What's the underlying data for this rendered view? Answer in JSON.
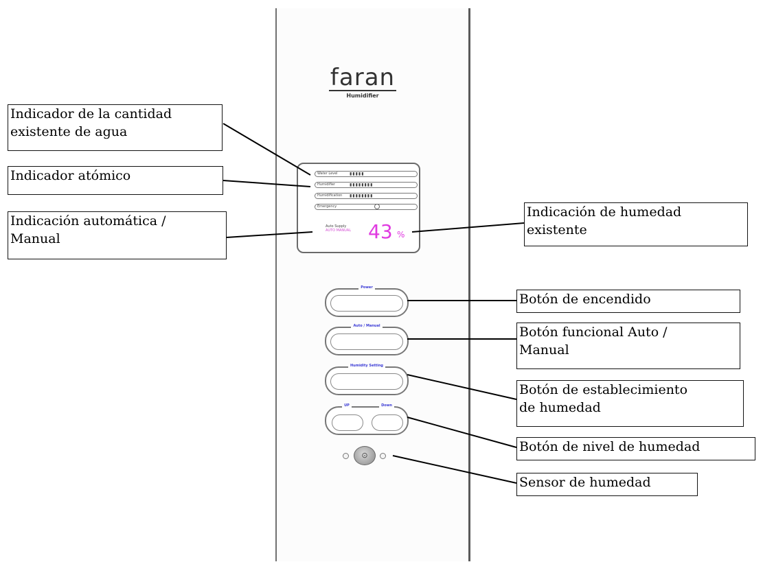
{
  "device": {
    "brand": "faran",
    "subtitle": "Humidifier",
    "indicators": [
      {
        "label": "Water Level",
        "dots": "▮▮▮▮▮"
      },
      {
        "label": "Humidifier",
        "dots": "▮▮▮▮▮▮▮▮"
      },
      {
        "label": "Humidification",
        "dots": "▮▮▮▮▮▮▮▮"
      },
      {
        "label": "Emergency",
        "dots": ""
      }
    ],
    "mode_line1": "Auto Supply",
    "mode_line2": "AUTO MANUAL",
    "humidity_value": "43",
    "humidity_unit": "%",
    "buttons": {
      "power": "Power",
      "auto_manual": "Auto / Manual",
      "humidity_setting": "Humidity Setting",
      "up": "UP",
      "down": "Down"
    },
    "sensor_symbol": "⊙"
  },
  "callouts": {
    "water": "Indicador de la cantidad\nexistente de agua",
    "atomic": "Indicador atómico",
    "auto_manual_ind": "Indicación automática /\nManual",
    "humidity_ind": "Indicación de humedad\nexistente",
    "power_btn": "Botón de encendido",
    "func_btn": "Botón funcional Auto /\nManual",
    "set_btn": "Botón de establecimiento\nde humedad",
    "level_btn": "Botón de nivel de humedad",
    "sensor": "Sensor de humedad"
  }
}
